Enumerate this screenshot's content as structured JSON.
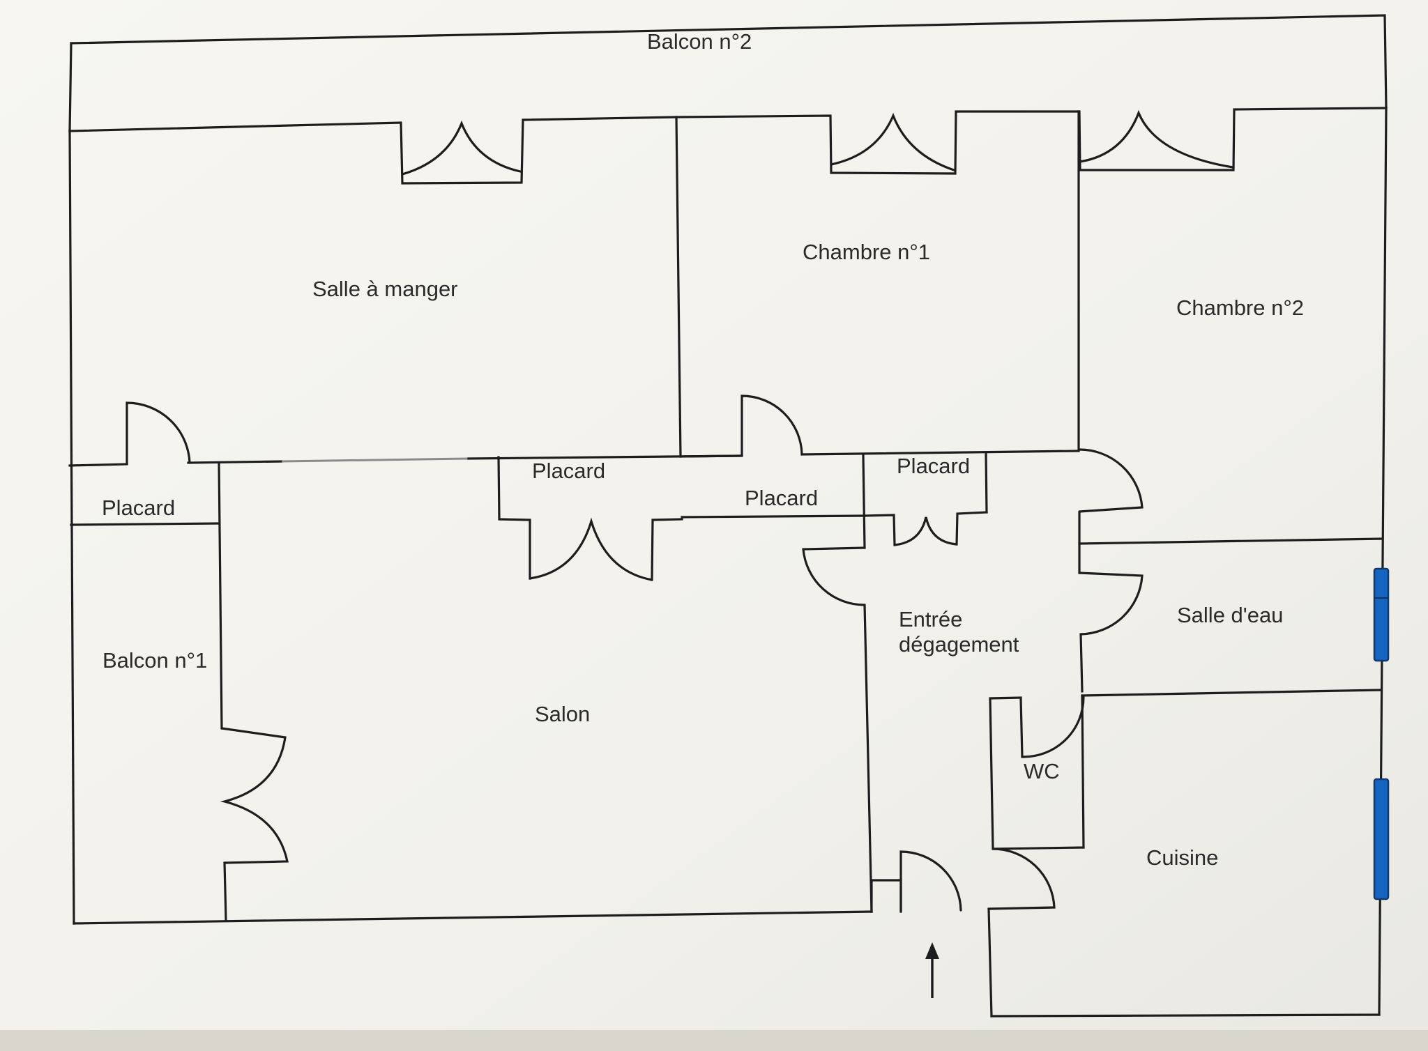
{
  "plan": {
    "rooms": {
      "balcon2": "Balcon n°2",
      "salle_a_manger": "Salle à manger",
      "chambre1": "Chambre n°1",
      "chambre2": "Chambre n°2",
      "placard_left": "Placard",
      "placard_mid": "Placard",
      "placard_center": "Placard",
      "placard_right": "Placard",
      "balcon1": "Balcon n°1",
      "salon": "Salon",
      "entree_line1": "Entrée",
      "entree_line2": "dégagement",
      "salle_deau": "Salle d'eau",
      "wc": "WC",
      "cuisine": "Cuisine"
    },
    "colors": {
      "wall": "#1d1d1d",
      "window": "#1565c0",
      "paper": "#f5f4f0"
    },
    "icons": {
      "entrance": "up-arrow-icon",
      "window": "window-icon"
    }
  }
}
